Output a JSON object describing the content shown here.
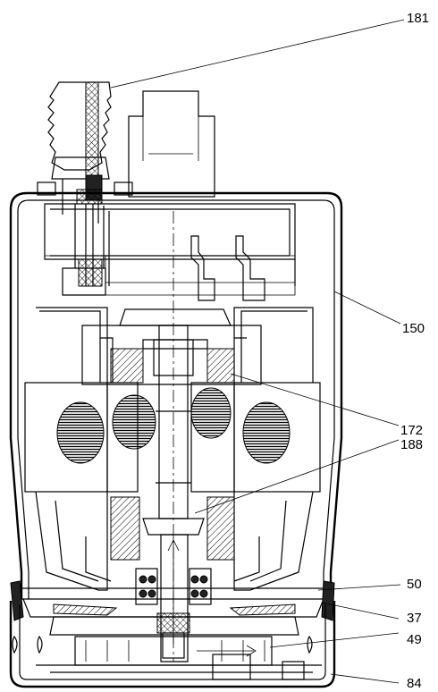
{
  "callouts": [
    {
      "id": "181",
      "label": "181"
    },
    {
      "id": "150",
      "label": "150"
    },
    {
      "id": "172",
      "label": "172"
    },
    {
      "id": "188",
      "label": "188"
    },
    {
      "id": "50",
      "label": "50"
    },
    {
      "id": "37",
      "label": "37"
    },
    {
      "id": "49",
      "label": "49"
    },
    {
      "id": "84",
      "label": "84"
    }
  ]
}
